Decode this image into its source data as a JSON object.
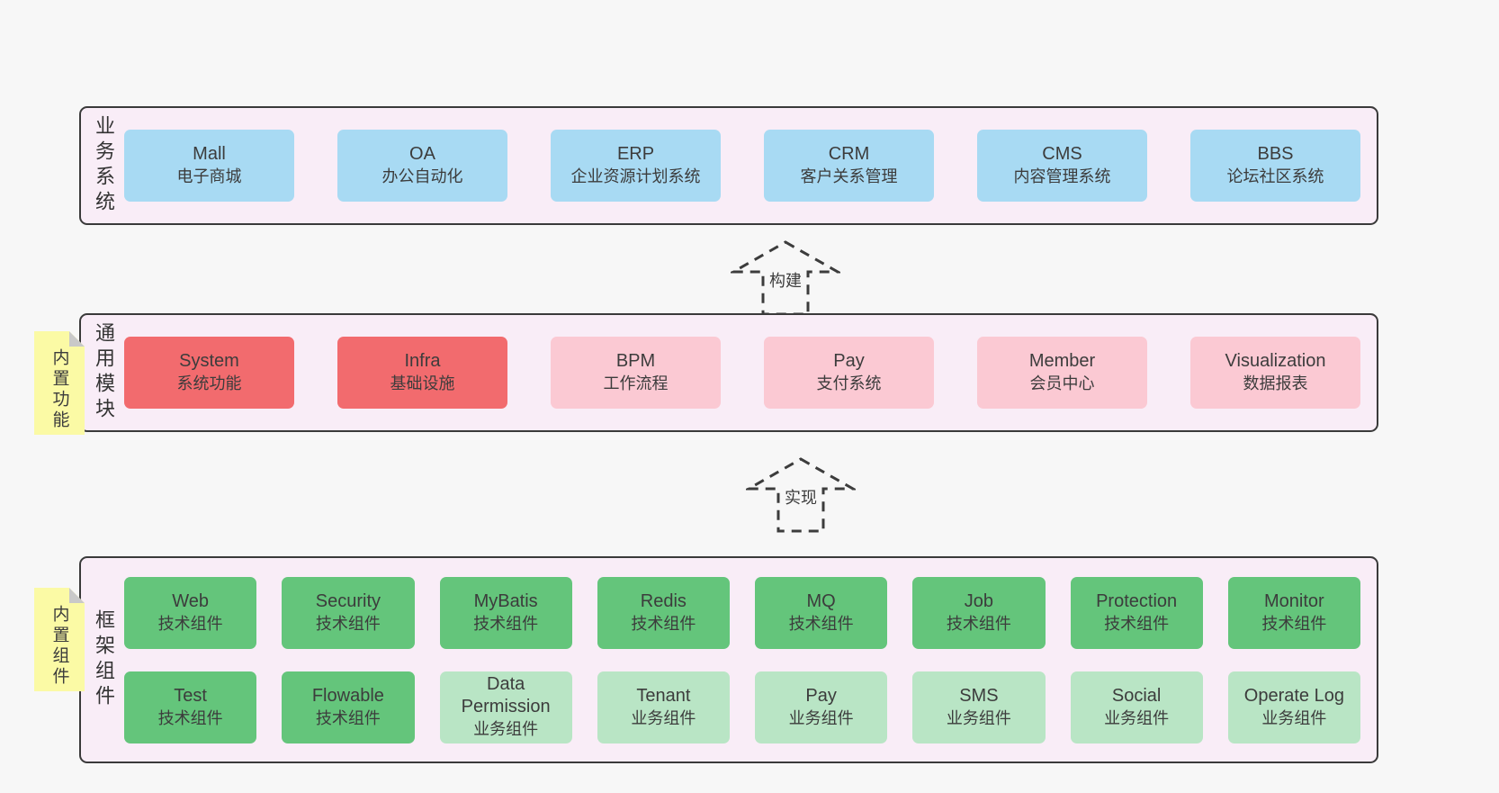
{
  "colors": {
    "page_bg": "#f7f7f7",
    "layer_bg": "#f9edf7",
    "layer_border": "#3a3a3a",
    "box_blue": "#a8daf3",
    "box_red": "#f26b6e",
    "box_pink": "#fbc9d3",
    "box_green": "#64c57b",
    "box_light_green": "#b9e5c5",
    "note_yellow": "#fbfaa5",
    "note_fold": "#c9c9c9",
    "text": "#3c3c3c"
  },
  "arrows": [
    {
      "label": "构建"
    },
    {
      "label": "实现"
    }
  ],
  "notes": [
    {
      "label": "内置功能"
    },
    {
      "label": "内置组件"
    }
  ],
  "layers": {
    "business": {
      "label": "业务系统",
      "boxes": [
        {
          "title": "Mall",
          "subtitle": "电子商城"
        },
        {
          "title": "OA",
          "subtitle": "办公自动化"
        },
        {
          "title": "ERP",
          "subtitle": "企业资源计划系统"
        },
        {
          "title": "CRM",
          "subtitle": "客户关系管理"
        },
        {
          "title": "CMS",
          "subtitle": "内容管理系统"
        },
        {
          "title": "BBS",
          "subtitle": "论坛社区系统"
        }
      ]
    },
    "modules": {
      "label": "通用模块",
      "boxes": [
        {
          "title": "System",
          "subtitle": "系统功能",
          "variant": "red"
        },
        {
          "title": "Infra",
          "subtitle": "基础设施",
          "variant": "red"
        },
        {
          "title": "BPM",
          "subtitle": "工作流程",
          "variant": "pink"
        },
        {
          "title": "Pay",
          "subtitle": "支付系统",
          "variant": "pink"
        },
        {
          "title": "Member",
          "subtitle": "会员中心",
          "variant": "pink"
        },
        {
          "title": "Visualization",
          "subtitle": "数据报表",
          "variant": "pink"
        }
      ]
    },
    "framework": {
      "label": "框架组件",
      "row1": [
        {
          "title": "Web",
          "subtitle": "技术组件",
          "variant": "green"
        },
        {
          "title": "Security",
          "subtitle": "技术组件",
          "variant": "green"
        },
        {
          "title": "MyBatis",
          "subtitle": "技术组件",
          "variant": "green"
        },
        {
          "title": "Redis",
          "subtitle": "技术组件",
          "variant": "green"
        },
        {
          "title": "MQ",
          "subtitle": "技术组件",
          "variant": "green"
        },
        {
          "title": "Job",
          "subtitle": "技术组件",
          "variant": "green"
        },
        {
          "title": "Protection",
          "subtitle": "技术组件",
          "variant": "green"
        },
        {
          "title": "Monitor",
          "subtitle": "技术组件",
          "variant": "green"
        }
      ],
      "row2": [
        {
          "title": "Test",
          "subtitle": "技术组件",
          "variant": "green"
        },
        {
          "title": "Flowable",
          "subtitle": "技术组件",
          "variant": "green"
        },
        {
          "title": "Data Permission",
          "subtitle": "业务组件",
          "variant": "light-green"
        },
        {
          "title": "Tenant",
          "subtitle": "业务组件",
          "variant": "light-green"
        },
        {
          "title": "Pay",
          "subtitle": "业务组件",
          "variant": "light-green"
        },
        {
          "title": "SMS",
          "subtitle": "业务组件",
          "variant": "light-green"
        },
        {
          "title": "Social",
          "subtitle": "业务组件",
          "variant": "light-green"
        },
        {
          "title": "Operate Log",
          "subtitle": "业务组件",
          "variant": "light-green"
        }
      ]
    }
  }
}
